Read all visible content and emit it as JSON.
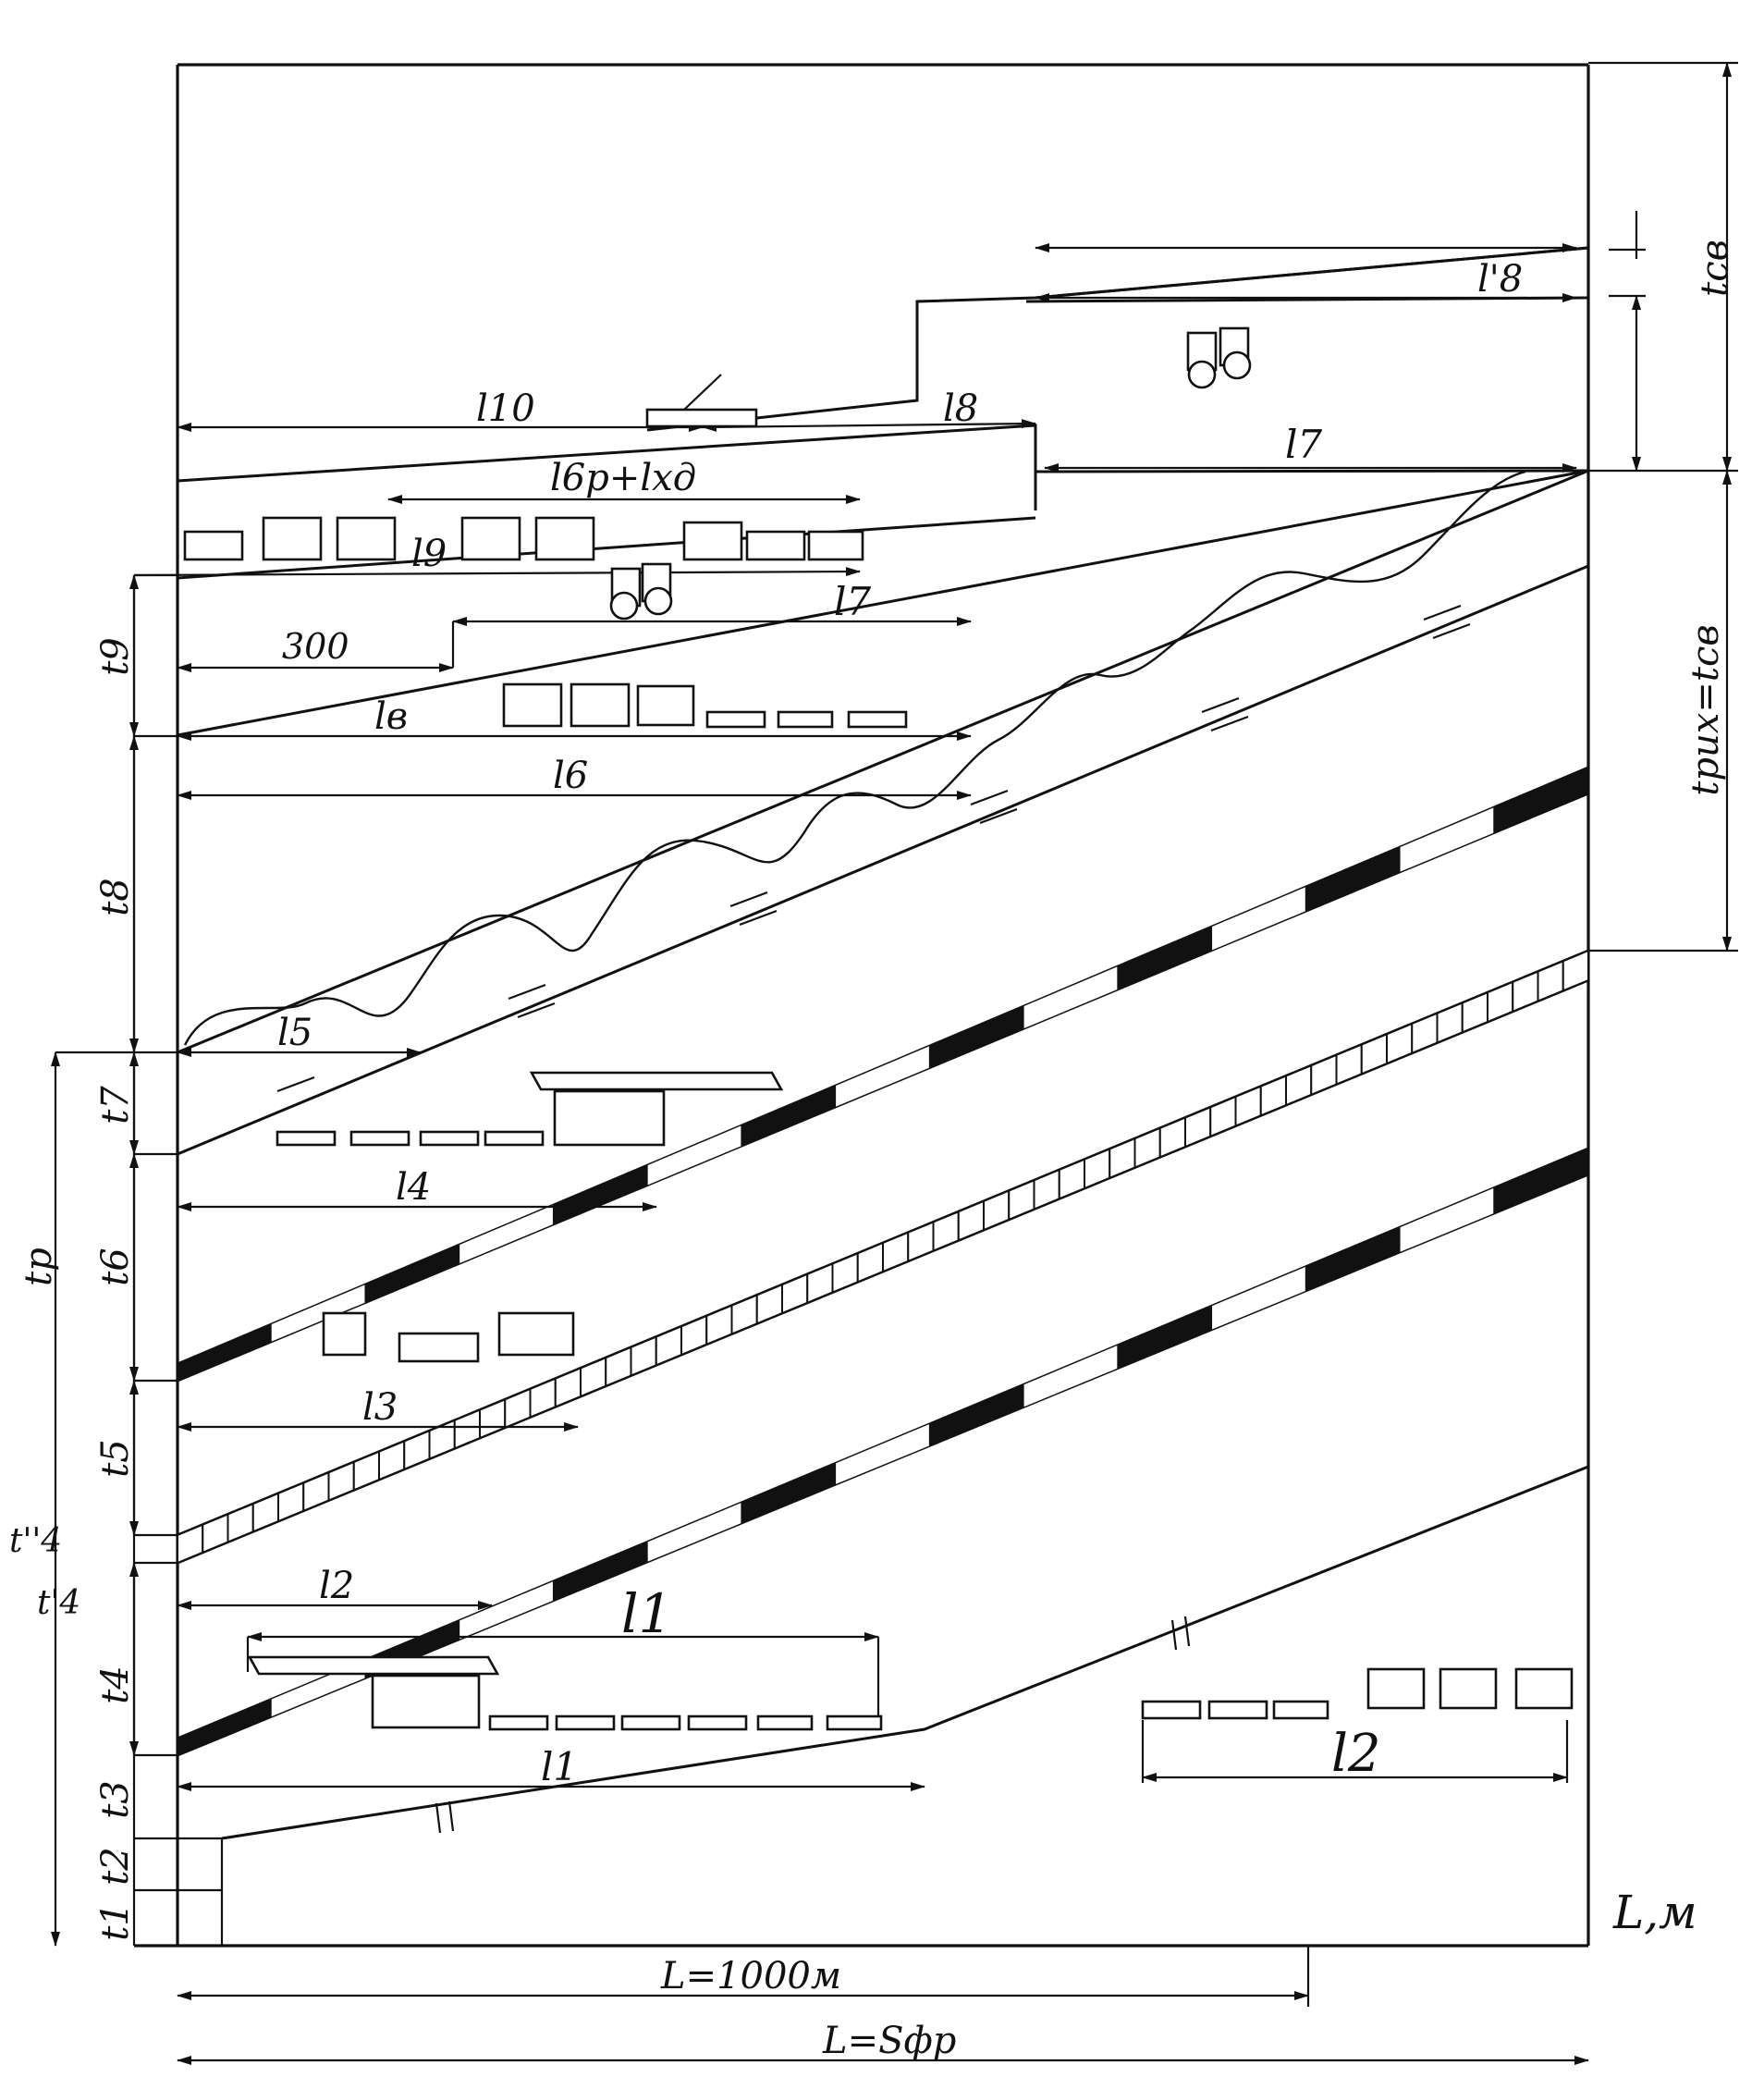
{
  "diagram": {
    "axis_label": "L,м",
    "bottom_dims": [
      "L=1000м",
      "L=Sфр"
    ],
    "right_dims": [
      "tсв",
      "tрих=tсв"
    ],
    "left_dims": [
      "tp",
      "t9",
      "t8",
      "t7",
      "t6",
      "t5",
      "t''4",
      "t'4",
      "t4",
      "t3",
      "t2",
      "t1"
    ],
    "segment_labels": {
      "l10": "l10",
      "l8": "l8",
      "l8_prime": "l'8",
      "l7_top": "l7",
      "l6p_lxd": "l6p+lxд",
      "l9": "l9",
      "d300": "300",
      "l7_mid": "l7",
      "le": "lв",
      "l6": "l6",
      "l5": "l5",
      "l4": "l4",
      "l3": "l3",
      "l2": "l2",
      "l1_big": "l1",
      "l1": "l1",
      "l2_big": "l2"
    }
  }
}
